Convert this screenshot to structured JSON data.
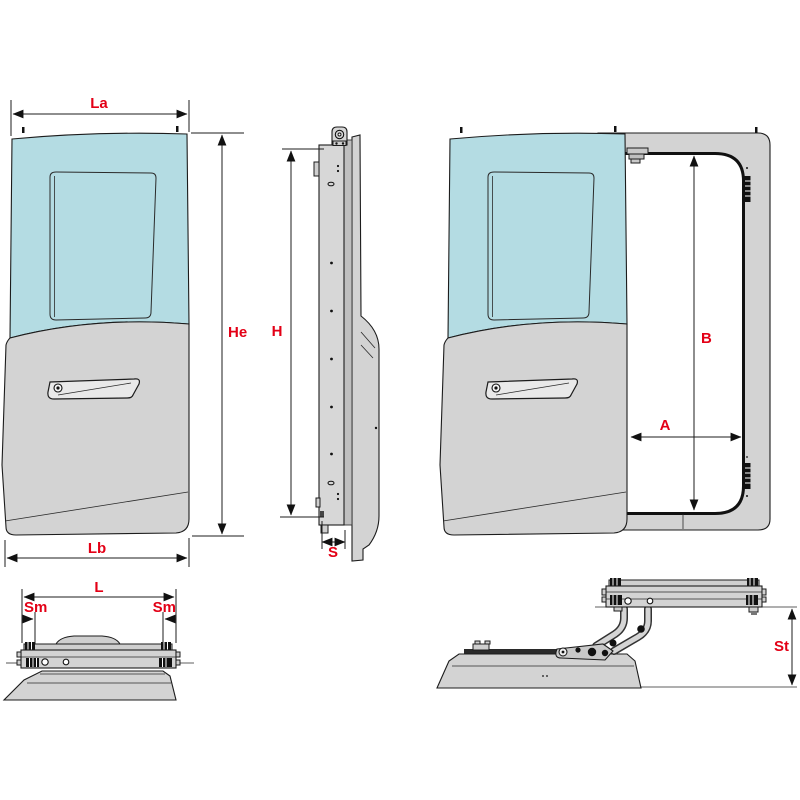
{
  "diagram": {
    "type": "technical-drawing",
    "subject": "vehicle sliding door dimension diagram",
    "colors": {
      "glass": "#b4dce3",
      "panel_gray": "#d3d3d3",
      "outline": "#1c1c1c",
      "dimension_label": "#e30016",
      "background": "#ffffff"
    },
    "views": {
      "front": {
        "description": "door front view",
        "dims": {
          "width_top": "La",
          "height": "He",
          "width_bottom": "Lb"
        }
      },
      "side": {
        "description": "door side profile view",
        "dims": {
          "height": "H",
          "thickness": "S"
        }
      },
      "frame": {
        "description": "door with body frame opening",
        "dims": {
          "opening_width": "A",
          "opening_height": "B"
        }
      },
      "top": {
        "description": "door top view on sill",
        "dims": {
          "length": "L",
          "margin_left": "Sm",
          "margin_right": "Sm"
        }
      },
      "mechanism": {
        "description": "slide-out mechanism extended, side view",
        "dims": {
          "stroke": "St"
        }
      }
    }
  }
}
